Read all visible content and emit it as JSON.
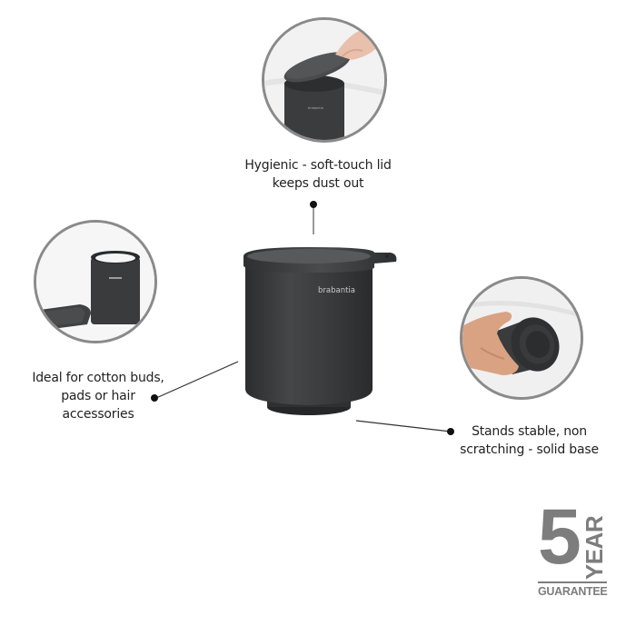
{
  "product": {
    "brand_label": "brabantia",
    "colors": {
      "body": "#3a3b3d",
      "lid": "#333436",
      "accent_line": "#222222",
      "circle_border": "#8a8a8a",
      "guarantee_gray": "#7d7d7d"
    }
  },
  "callouts": [
    {
      "id": "lid",
      "text_line1": "Hygienic - soft-touch lid",
      "text_line2": "keeps dust out"
    },
    {
      "id": "usage",
      "text_line1": "Ideal for cotton buds,",
      "text_line2": "pads or hair",
      "text_line3": "accessories"
    },
    {
      "id": "base",
      "text_line1": "Stands stable, non",
      "text_line2": "scratching - solid base"
    }
  ],
  "guarantee": {
    "number": "5",
    "word": "YEAR",
    "label": "GUARANTEE"
  }
}
